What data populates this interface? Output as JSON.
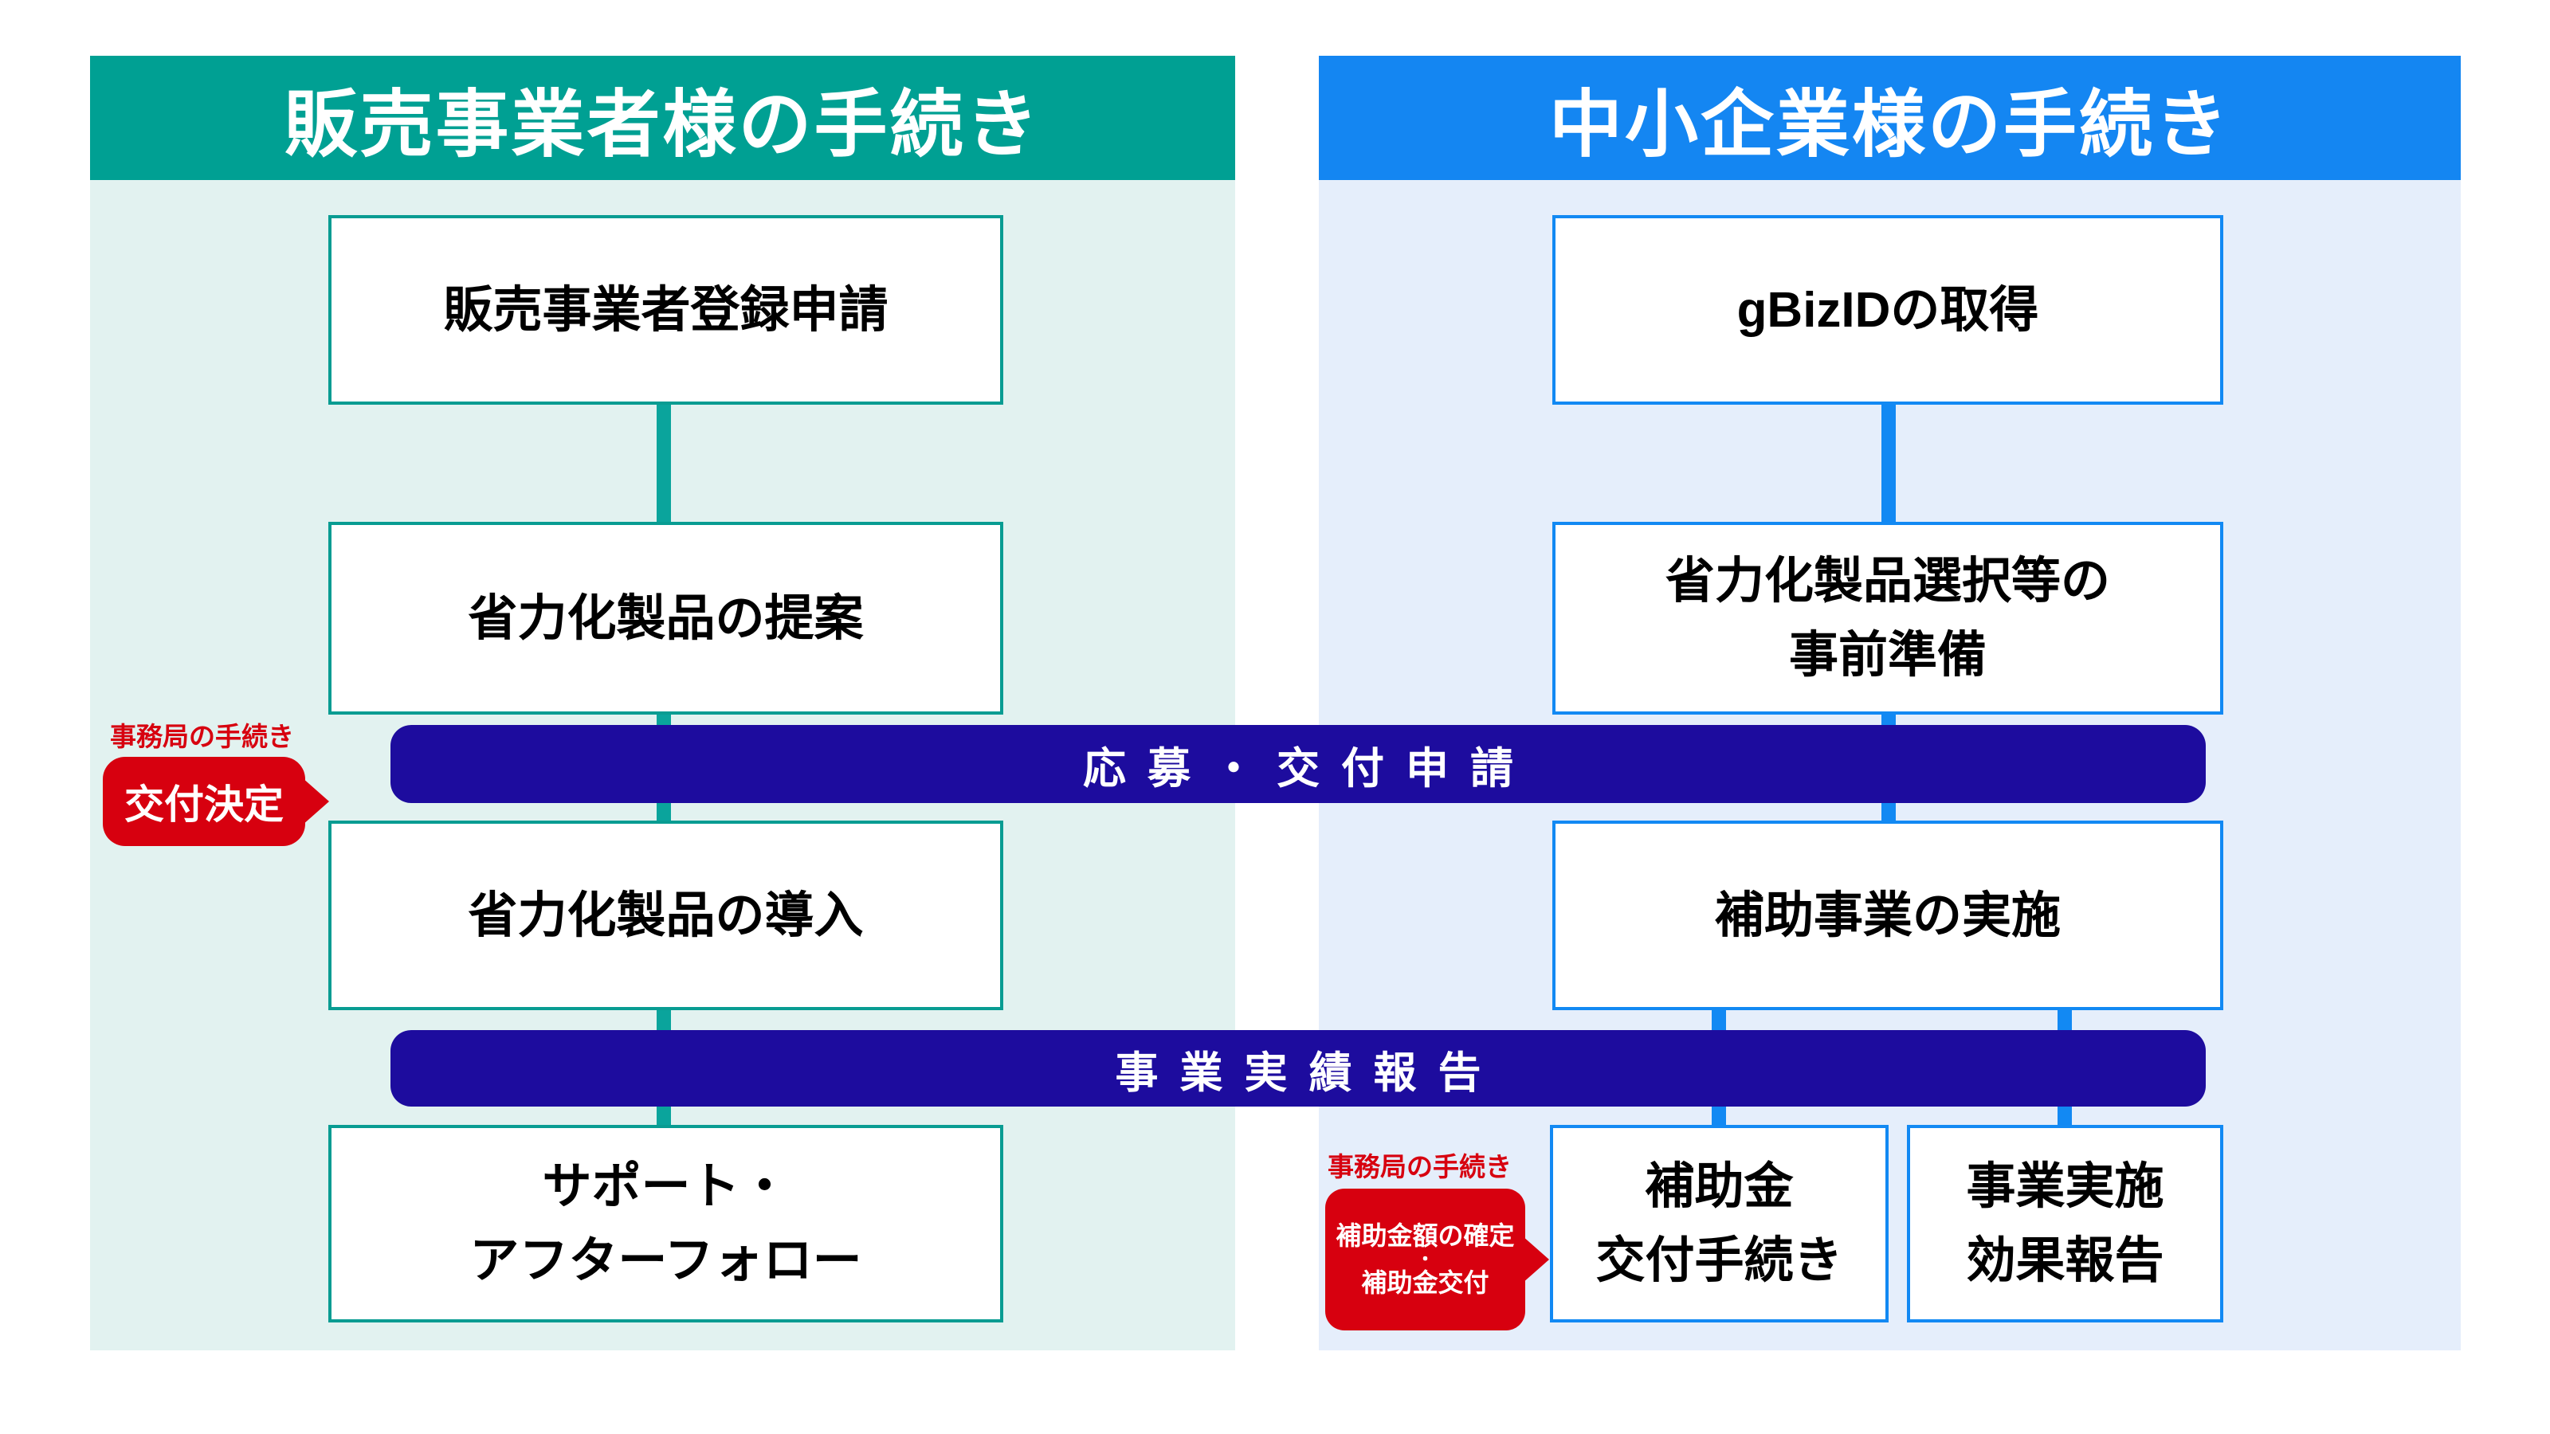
{
  "seller": {
    "title": "販売事業者様の手続き",
    "steps": [
      {
        "line1": "販売事業者登録申請"
      },
      {
        "line1": "省力化製品の提案"
      },
      {
        "line1": "省力化製品の導入"
      },
      {
        "line1": "サポート・",
        "line2": "アフターフォロー"
      }
    ]
  },
  "sme": {
    "title": "中小企業様の手続き",
    "steps": [
      {
        "line1": "gBizIDの取得"
      },
      {
        "line1": "省力化製品選択等の",
        "line2": "事前準備"
      },
      {
        "line1": "補助事業の実施"
      },
      {
        "line1": "補助金",
        "line2": "交付手続き"
      },
      {
        "line1": "事業実施",
        "line2": "効果報告"
      }
    ]
  },
  "shared_bars": [
    {
      "label": "応募・交付申請"
    },
    {
      "label": "事業実績報告"
    }
  ],
  "office": {
    "label": "事務局の手続き",
    "badge1": {
      "text": "交付決定"
    },
    "badge2": {
      "line1": "補助金額の確定",
      "line2": "・",
      "line3": "補助金交付"
    }
  },
  "colors": {
    "seller_header_bg": "#00a093",
    "seller_panel_bg": "#e2f2f0",
    "seller_border": "#089c92",
    "seller_connector": "#0aa49c",
    "sme_header_bg": "#1486f2",
    "sme_panel_bg": "#e5eefb",
    "sme_border": "#1289f3",
    "sme_connector": "#1289f3",
    "process_bar_bg": "#1d0c9e",
    "office_badge_bg": "#d7000f",
    "box_bg": "#ffffff",
    "box_text": "#000000",
    "header_text": "#ffffff"
  }
}
